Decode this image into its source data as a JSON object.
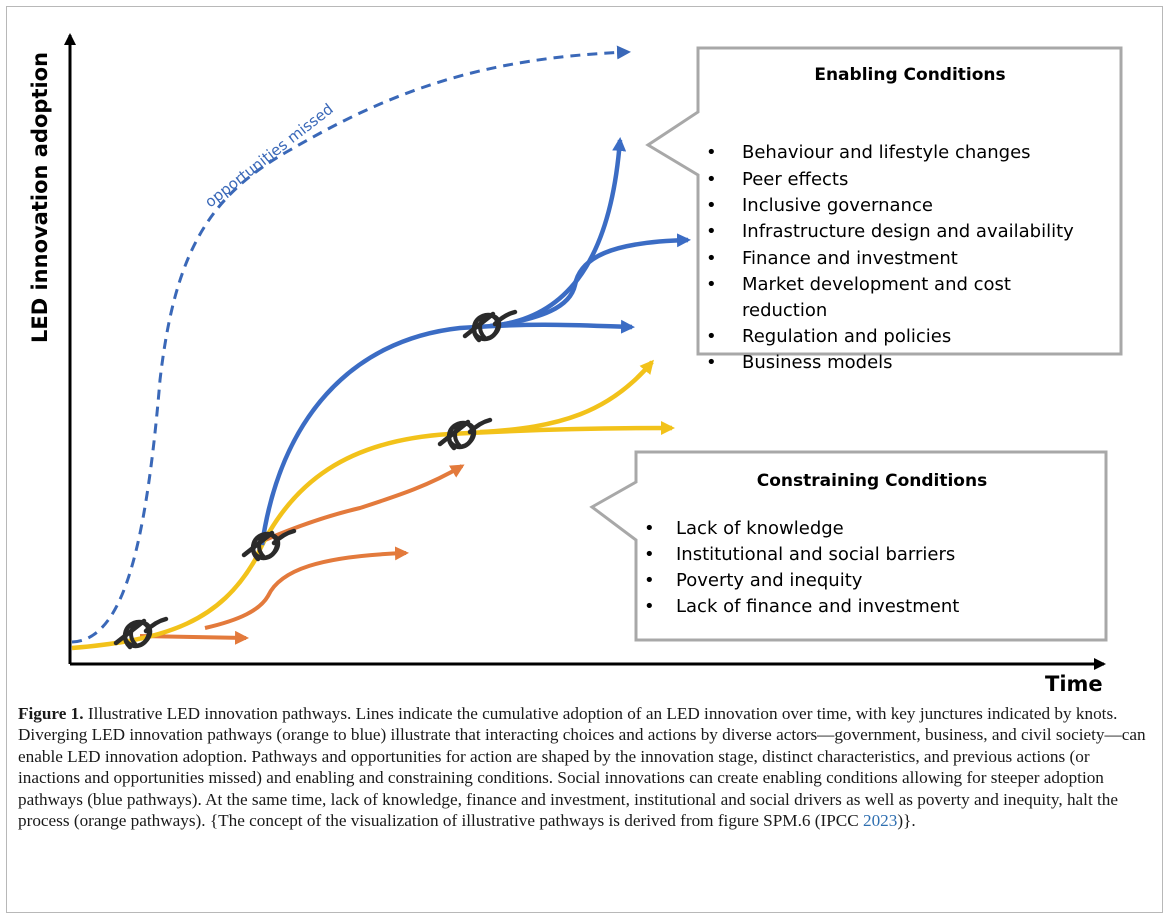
{
  "diagram": {
    "y_axis_label": "LED innovation adoption",
    "x_axis_label": "Time",
    "missed_label": "opportunities missed",
    "enabling": {
      "title": "Enabling Conditions",
      "items": [
        "Behaviour and lifestyle changes",
        "Peer effects",
        "Inclusive governance",
        "Infrastructure design and availability",
        "Finance and investment",
        "Market development and cost",
        "reduction",
        "Regulation and policies",
        "Business models"
      ]
    },
    "constraining": {
      "title": "Constraining Conditions",
      "items": [
        "Lack of knowledge",
        "Institutional and social barriers",
        "Poverty and inequity",
        "Lack of finance and investment"
      ]
    },
    "colors": {
      "blue": "#3b6cc4",
      "dashed_blue": "#3a68b8",
      "yellow": "#f2c21a",
      "orange": "#e37a3c",
      "knot": "#2a2a2a"
    }
  },
  "caption": {
    "label": "Figure 1.",
    "text": " Illustrative LED innovation pathways. Lines indicate the cumulative adoption of an LED innovation over time, with key junctures indicated by knots. Diverging LED innovation pathways (orange to blue) illustrate that interacting choices and actions by diverse actors—government, business, and civil society—can enable LED innovation adoption. Pathways and opportunities for action are shaped by the innovation stage, distinct characteristics, and previous actions (or inactions and opportunities missed) and enabling and constraining conditions. Social innovations can create enabling conditions allowing for steeper adoption pathways (blue pathways). At the same time, lack of knowledge, finance and investment, institutional and social drivers as well as poverty and inequity, halt the process (orange pathways). {The concept of the visualization of illustrative pathways is derived from figure SPM.6 (IPCC ",
    "ref": "2023",
    "tail": ")}."
  }
}
